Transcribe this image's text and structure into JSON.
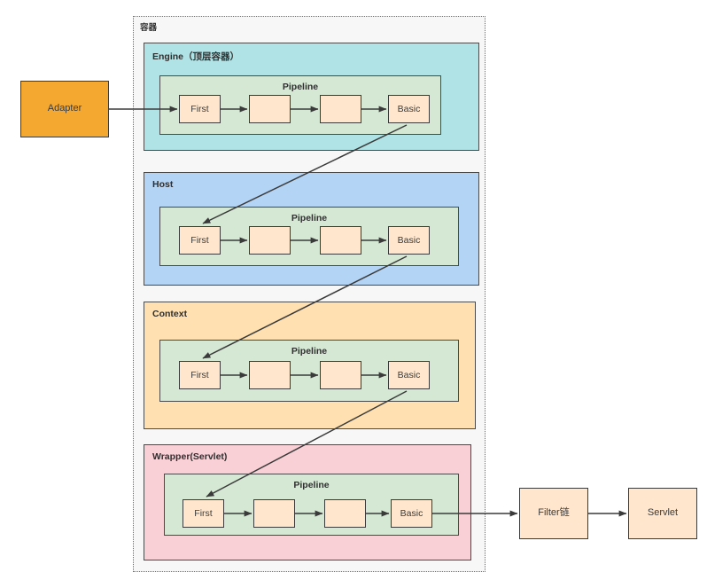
{
  "diagram": {
    "title_label": "容器",
    "outer_container": {
      "label": "容器"
    },
    "adapter": {
      "label": "Adapter",
      "color": "#f5a830"
    },
    "tiers": [
      {
        "id": "engine",
        "label": "Engine（顶层容器）",
        "color": "#b0e3e6",
        "pipeline": {
          "label": "Pipeline",
          "color": "#d5e8d4",
          "valves": [
            {
              "label": "First"
            },
            {
              "label": ""
            },
            {
              "label": ""
            },
            {
              "label": "Basic"
            }
          ]
        }
      },
      {
        "id": "host",
        "label": "Host",
        "color": "#b3d4f5",
        "pipeline": {
          "label": "Pipeline",
          "color": "#d5e8d4",
          "valves": [
            {
              "label": "First"
            },
            {
              "label": ""
            },
            {
              "label": ""
            },
            {
              "label": "Basic"
            }
          ]
        }
      },
      {
        "id": "context",
        "label": "Context",
        "color": "#ffe0b0",
        "pipeline": {
          "label": "Pipeline",
          "color": "#d5e8d4",
          "valves": [
            {
              "label": "First"
            },
            {
              "label": ""
            },
            {
              "label": ""
            },
            {
              "label": "Basic"
            }
          ]
        }
      },
      {
        "id": "wrapper",
        "label": "Wrapper(Servlet)",
        "color": "#fad0d7",
        "pipeline": {
          "label": "Pipeline",
          "color": "#d5e8d4",
          "valves": [
            {
              "label": "First"
            },
            {
              "label": ""
            },
            {
              "label": ""
            },
            {
              "label": "Basic"
            }
          ]
        }
      }
    ],
    "filter_chain": {
      "label": "Filter链",
      "color": "#ffe6cc"
    },
    "servlet": {
      "label": "Servlet",
      "color": "#ffe6cc"
    },
    "edge_color": "#3a3a3a",
    "background": "#ffffff"
  }
}
